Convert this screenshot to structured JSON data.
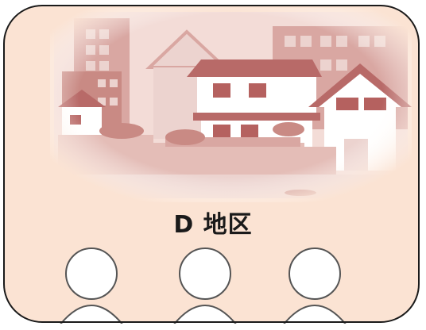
{
  "card": {
    "title": "D 地区"
  },
  "colors": {
    "card_fill": "#fbe3d3",
    "card_border": "#1a1a1a",
    "building_dark": "#c98a84",
    "building_mid": "#d9a7a2",
    "building_light": "#ecd3cf",
    "roof": "#b86a68",
    "window": "#b5615f",
    "house_wall": "#ffffff",
    "person_outline": "#555555",
    "person_fill": "#ffffff"
  },
  "icons": [
    "townscape-illustration",
    "person-icon",
    "person-icon",
    "person-icon"
  ],
  "people_count": 3
}
